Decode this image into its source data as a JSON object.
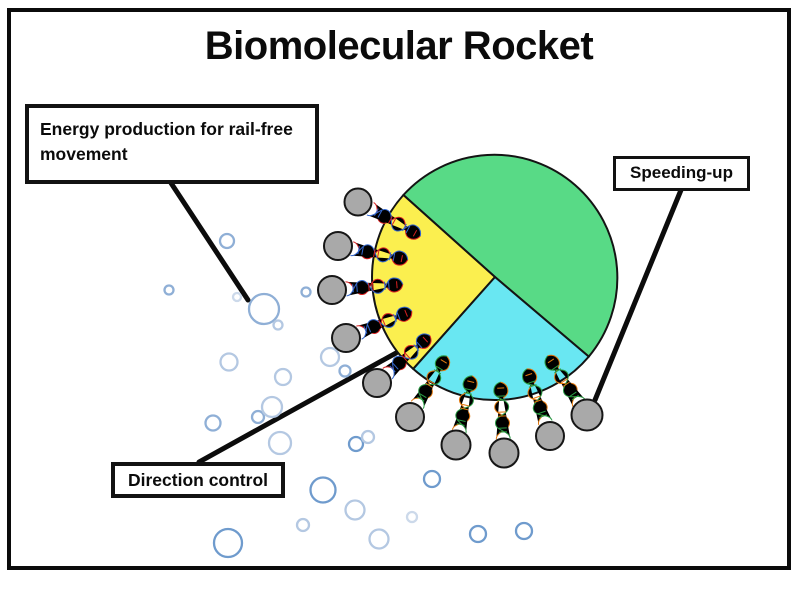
{
  "title": "Biomolecular Rocket",
  "labels": {
    "energy": "Energy production for rail-free movement",
    "speeding": "Speeding-up",
    "direction": "Direction control"
  },
  "icons": {
    "dna_left": "dna-helix-red-blue-icon",
    "dna_bottom": "dna-helix-orange-green-icon",
    "bead": "gray-bead-microsphere",
    "bubble": "oxygen-bubble-icon"
  },
  "colors": {
    "green": "#58da86",
    "yellow": "#fbef4f",
    "cyan": "#69e7f2",
    "bead": "#a9a9a9",
    "outline": "#0b0b0b",
    "dnaRed": "#d92121",
    "dnaBlue": "#3468cf",
    "dnaOrange": "#e2790f",
    "dnaGreen": "#2a9c44",
    "bubbleStrong": "#6f9bcd",
    "bubbleMedium": "#8fafd6",
    "bubbleLight": "#b4c8e2",
    "bubbleXlight": "#ccd9ea"
  }
}
